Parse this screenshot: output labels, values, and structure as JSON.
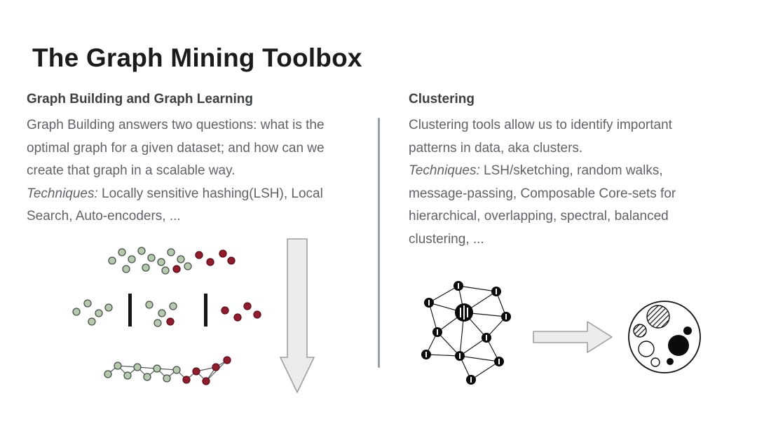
{
  "slide": {
    "title": "The Graph Mining Toolbox"
  },
  "left": {
    "heading": "Graph Building and Graph Learning",
    "body": "Graph Building answers two questions: what is the optimal graph for a given dataset; and how can we create that graph in a scalable way.",
    "techniques_label": "Techniques:",
    "techniques": "Locally sensitive hashing(LSH), Local Search, Auto-encoders, ..."
  },
  "right": {
    "heading": "Clustering",
    "body": "Clustering tools allow us to identify important patterns in data, aka clusters.",
    "techniques_label": "Techniques:",
    "techniques": "LSH/sketching, random walks, message-passing, Composable Core-sets for hierarchical, overlapping, spectral, balanced clustering, ..."
  },
  "figures": {
    "left_scatter": "unclustered-points-scatter",
    "left_partition": "partitioned-point-groups",
    "left_graph": "built-graph-chain",
    "down_arrow": "down-arrow",
    "right_network": "node-network-graph",
    "right_arrow": "right-arrow",
    "cluster_result": "cluster-groups-circle"
  },
  "colors": {
    "title": "#1b1b1b",
    "heading": "#3c4043",
    "body": "#5f6368",
    "divider": "#9aa0a6",
    "arrow_fill": "#ececec",
    "arrow_stroke": "#9e9e9e",
    "dot_green": "#b5c9ae",
    "dot_red": "#8f1d2c"
  }
}
